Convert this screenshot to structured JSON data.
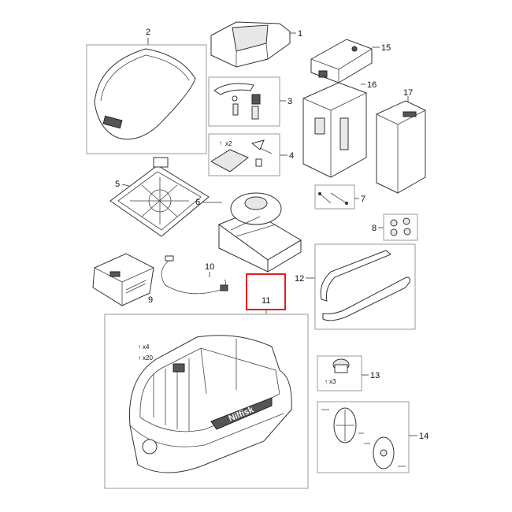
{
  "diagram": {
    "title": "Exploded parts diagram",
    "highlight_color": "#e0201b",
    "parts": [
      {
        "number": "1"
      },
      {
        "number": "2"
      },
      {
        "number": "3"
      },
      {
        "number": "4",
        "qty": "x2"
      },
      {
        "number": "5"
      },
      {
        "number": "6"
      },
      {
        "number": "7"
      },
      {
        "number": "8"
      },
      {
        "number": "9"
      },
      {
        "number": "10"
      },
      {
        "number": "11",
        "qty_a": "x4",
        "qty_b": "x20",
        "brand": "Nilfisk"
      },
      {
        "number": "12"
      },
      {
        "number": "13",
        "qty": "x3"
      },
      {
        "number": "14"
      },
      {
        "number": "15"
      },
      {
        "number": "16"
      },
      {
        "number": "17"
      }
    ]
  }
}
